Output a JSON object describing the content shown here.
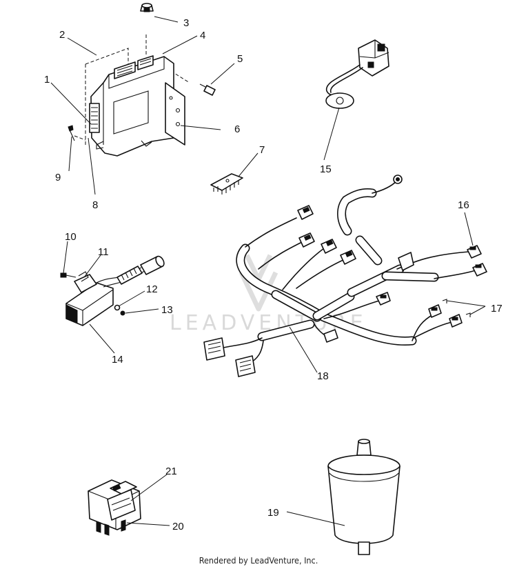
{
  "callouts": [
    "1",
    "2",
    "3",
    "4",
    "5",
    "6",
    "7",
    "8",
    "9",
    "10",
    "11",
    "12",
    "13",
    "14",
    "15",
    "16",
    "17",
    "18",
    "19",
    "20",
    "21"
  ],
  "watermark": "LEADVENTURE",
  "footer": "Rendered by LeadVenture, Inc.",
  "colors": {
    "ink": "#111111",
    "paper": "#ffffff",
    "watermark": "#d9d9d9"
  }
}
